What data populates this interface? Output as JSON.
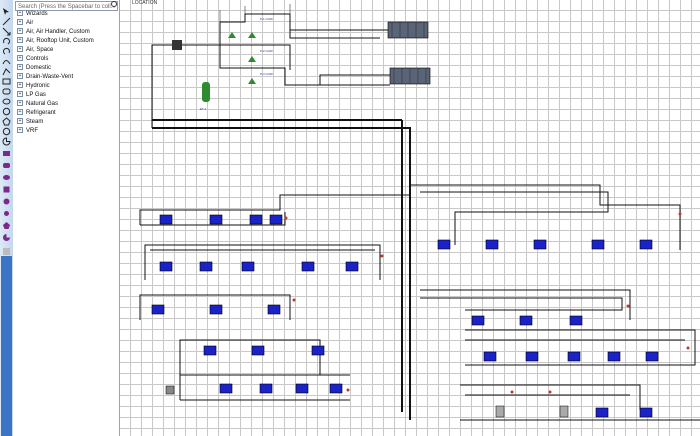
{
  "search": {
    "placeholder": "Search (Press the Spacebar to coll..."
  },
  "library": {
    "items": [
      {
        "label": "Wizards"
      },
      {
        "label": "Air"
      },
      {
        "label": "Air, Air Handler, Custom"
      },
      {
        "label": "Air, Rooftop Unit, Custom"
      },
      {
        "label": "Air, Space"
      },
      {
        "label": "Controls"
      },
      {
        "label": "Domestic"
      },
      {
        "label": "Drain-Waste-Vent"
      },
      {
        "label": "Hydronic"
      },
      {
        "label": "LP Gas"
      },
      {
        "label": "Natural Gas"
      },
      {
        "label": "Refrigerant"
      },
      {
        "label": "Steam"
      },
      {
        "label": "VRF"
      }
    ]
  },
  "canvas": {
    "label": "LOCATION"
  },
  "colors": {
    "unit_fill": "#1a22c8",
    "tank_fill": "#2e8b2e",
    "toolbar_accent": "#3b74c4"
  }
}
